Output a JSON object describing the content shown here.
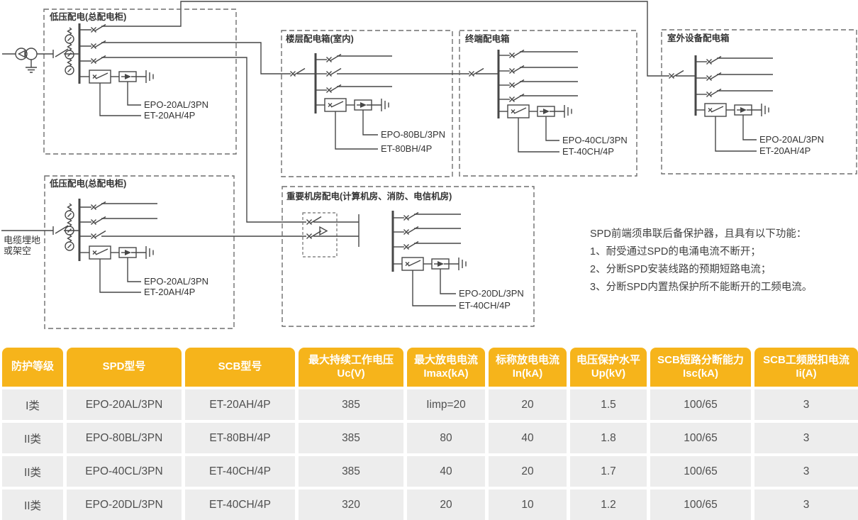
{
  "diagram": {
    "boxes": {
      "main1": {
        "title": "低压配电(总配电柜)",
        "spd": "EPO-20AL/3PN",
        "scb": "ET-20AH/4P"
      },
      "floor": {
        "title": "楼层配电箱(室内)",
        "spd": "EPO-80BL/3PN",
        "scb": "ET-80BH/4P"
      },
      "terminal": {
        "title": "终端配电箱",
        "spd": "EPO-40CL/3PN",
        "scb": "ET-40CH/4P"
      },
      "outdoor": {
        "title": "室外设备配电箱",
        "spd": "EPO-20AL/3PN",
        "scb": "ET-20AH/4P"
      },
      "main2": {
        "title": "低压配电(总配电柜)",
        "spd": "EPO-20AL/3PN",
        "scb": "ET-20AH/4P"
      },
      "room": {
        "title": "重要机房配电(计算机房、消防、电信机房)",
        "spd": "EPO-20DL/3PN",
        "scb": "ET-40CH/4P"
      }
    },
    "cable_label": {
      "line1": "电缆埋地",
      "line2": "或架空"
    },
    "note": {
      "line1": "SPD前端须串联后备保护器，且具有以下功能：",
      "line2": "1、耐受通过SPD的电涌电流不断开；",
      "line3": "2、分断SPD安装线路的预期短路电流；",
      "line4": "3、分断SPD内置热保护所不能断开的工频电流。"
    }
  },
  "table": {
    "headers": [
      "防护等级",
      "SPD型号",
      "SCB型号",
      "最大持续工作电压\nUc(V)",
      "最大放电电流\nImax(kA)",
      "标称放电电流\nIn(kA)",
      "电压保护水平\nUp(kV)",
      "SCB短路分断能力\nIsc(kA)",
      "SCB工频脱扣电流\nIi(A)"
    ],
    "rows": [
      [
        "I类",
        "EPO-20AL/3PN",
        "ET-20AH/4P",
        "385",
        "Iimp=20",
        "20",
        "1.5",
        "100/65",
        "3"
      ],
      [
        "II类",
        "EPO-80BL/3PN",
        "ET-80BH/4P",
        "385",
        "80",
        "40",
        "1.8",
        "100/65",
        "3"
      ],
      [
        "II类",
        "EPO-40CL/3PN",
        "ET-40CH/4P",
        "385",
        "40",
        "20",
        "1.7",
        "100/65",
        "3"
      ],
      [
        "II类",
        "EPO-20DL/3PN",
        "ET-40CH/4P",
        "320",
        "20",
        "10",
        "1.2",
        "100/65",
        "3"
      ]
    ]
  },
  "colors": {
    "header_bg": "#F6B41B",
    "cell_bg": "#EDEDED",
    "line": "#474747"
  }
}
